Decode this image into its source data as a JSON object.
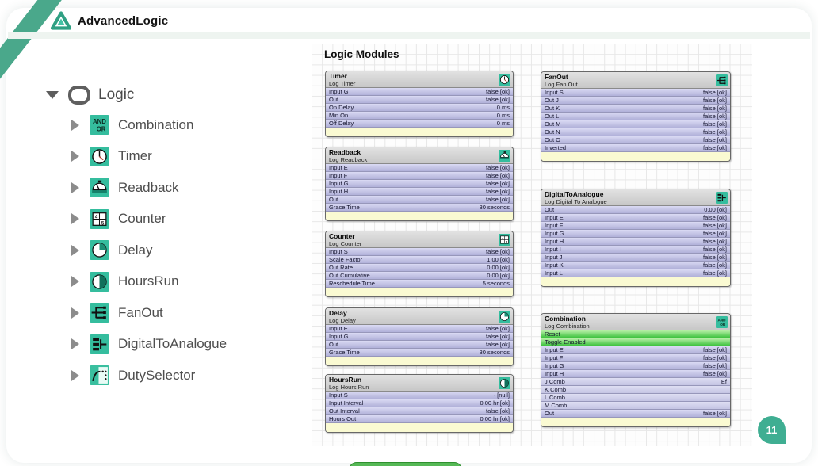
{
  "header": {
    "brand": "AdvancedLogic",
    "logo_icon": "triangle-logo-icon"
  },
  "page_badge": "11",
  "canvas": {
    "title": "Logic Modules"
  },
  "tree": {
    "root": {
      "label": "Logic",
      "icon": "logic-folder-icon",
      "expanded": true
    },
    "items": [
      {
        "label": "Combination",
        "icon": "combination-icon"
      },
      {
        "label": "Timer",
        "icon": "timer-icon"
      },
      {
        "label": "Readback",
        "icon": "readback-icon"
      },
      {
        "label": "Counter",
        "icon": "counter-icon"
      },
      {
        "label": "Delay",
        "icon": "delay-icon"
      },
      {
        "label": "HoursRun",
        "icon": "hoursrun-icon"
      },
      {
        "label": "FanOut",
        "icon": "fanout-icon"
      },
      {
        "label": "DigitalToAnalogue",
        "icon": "digitaltoanalogue-icon"
      },
      {
        "label": "DutySelector",
        "icon": "dutyselector-icon"
      }
    ]
  },
  "modules": [
    {
      "id": "timer",
      "title": "Timer",
      "subtitle": "Log Timer",
      "icon": "timer-icon",
      "rows": [
        {
          "label": "Input G",
          "value": "false [ok]"
        },
        {
          "label": "Out",
          "value": "false [ok]"
        },
        {
          "label": "On Delay",
          "value": "0 ms"
        },
        {
          "label": "Min On",
          "value": "0 ms"
        },
        {
          "label": "Off Delay",
          "value": "0 ms"
        }
      ]
    },
    {
      "id": "readback",
      "title": "Readback",
      "subtitle": "Log Readback",
      "icon": "readback-icon",
      "rows": [
        {
          "label": "Input E",
          "value": "false [ok]"
        },
        {
          "label": "Input F",
          "value": "false [ok]"
        },
        {
          "label": "Input G",
          "value": "false [ok]"
        },
        {
          "label": "Input H",
          "value": "false [ok]"
        },
        {
          "label": "Out",
          "value": "false [ok]"
        },
        {
          "label": "Grace Time",
          "value": "30 seconds"
        }
      ]
    },
    {
      "id": "counter",
      "title": "Counter",
      "subtitle": "Log Counter",
      "icon": "counter-icon",
      "rows": [
        {
          "label": "Input S",
          "value": "false [ok]"
        },
        {
          "label": "Scale Factor",
          "value": "1.00 [ok]"
        },
        {
          "label": "Out Rate",
          "value": "0.00 [ok]"
        },
        {
          "label": "Out Cumulative",
          "value": "0.00 [ok]"
        },
        {
          "label": "Reschedule Time",
          "value": "5 seconds"
        }
      ]
    },
    {
      "id": "delay",
      "title": "Delay",
      "subtitle": "Log Delay",
      "icon": "delay-icon",
      "rows": [
        {
          "label": "Input E",
          "value": "false [ok]"
        },
        {
          "label": "Input G",
          "value": "false [ok]"
        },
        {
          "label": "Out",
          "value": "false [ok]"
        },
        {
          "label": "Grace Time",
          "value": "30 seconds"
        }
      ]
    },
    {
      "id": "hoursrun",
      "title": "HoursRun",
      "subtitle": "Log Hours Run",
      "icon": "hoursrun-icon",
      "rows": [
        {
          "label": "Input S",
          "value": "- [null]"
        },
        {
          "label": "Input Interval",
          "value": "0.00 hr [ok]"
        },
        {
          "label": "Out Interval",
          "value": "false [ok]"
        },
        {
          "label": "Hours Out",
          "value": "0.00 hr [ok]"
        }
      ]
    },
    {
      "id": "fanout",
      "title": "FanOut",
      "subtitle": "Log Fan Out",
      "icon": "fanout-icon",
      "rows": [
        {
          "label": "Input S",
          "value": "false [ok]"
        },
        {
          "label": "Out J",
          "value": "false [ok]"
        },
        {
          "label": "Out K",
          "value": "false [ok]"
        },
        {
          "label": "Out L",
          "value": "false [ok]"
        },
        {
          "label": "Out M",
          "value": "false [ok]"
        },
        {
          "label": "Out N",
          "value": "false [ok]"
        },
        {
          "label": "Out O",
          "value": "false [ok]"
        },
        {
          "label": "Inverted",
          "value": "false [ok]"
        }
      ]
    },
    {
      "id": "digitaltoanalogue",
      "title": "DigitalToAnalogue",
      "subtitle": "Log Digital To Analogue",
      "icon": "digitaltoanalogue-icon",
      "rows": [
        {
          "label": "Out",
          "value": "0.00 [ok]"
        },
        {
          "label": "Input E",
          "value": "false [ok]"
        },
        {
          "label": "Input F",
          "value": "false [ok]"
        },
        {
          "label": "Input G",
          "value": "false [ok]"
        },
        {
          "label": "Input H",
          "value": "false [ok]"
        },
        {
          "label": "Input I",
          "value": "false [ok]"
        },
        {
          "label": "Input J",
          "value": "false [ok]"
        },
        {
          "label": "Input K",
          "value": "false [ok]"
        },
        {
          "label": "Input L",
          "value": "false [ok]"
        }
      ]
    },
    {
      "id": "combination",
      "title": "Combination",
      "subtitle": "Log Combination",
      "icon": "combination-icon",
      "rows": [
        {
          "label": "Reset",
          "value": "",
          "style": "green"
        },
        {
          "label": "Toggle Enabled",
          "value": "",
          "style": "green"
        },
        {
          "label": "Input E",
          "value": "false [ok]"
        },
        {
          "label": "Input F",
          "value": "false [ok]"
        },
        {
          "label": "Input G",
          "value": "false [ok]"
        },
        {
          "label": "Input H",
          "value": "false [ok]"
        },
        {
          "label": "J Comb",
          "value": "Ef",
          "style": "light"
        },
        {
          "label": "K Comb",
          "value": "",
          "style": "light"
        },
        {
          "label": "L Comb",
          "value": "",
          "style": "light"
        },
        {
          "label": "M Comb",
          "value": "",
          "style": "light"
        },
        {
          "label": "Out",
          "value": "false [ok]"
        }
      ]
    }
  ],
  "colors": {
    "accent_teal": "#3cb596",
    "ribbon_teal": "#4aa88b",
    "row_purple_top": "#dadaf3",
    "row_purple_bottom": "#b1b1d9",
    "row_green": "#3ec23e",
    "footer_yellow": "#fafad2",
    "module_header_gray": "#d2d2d2",
    "badge_teal": "#3fae92"
  }
}
